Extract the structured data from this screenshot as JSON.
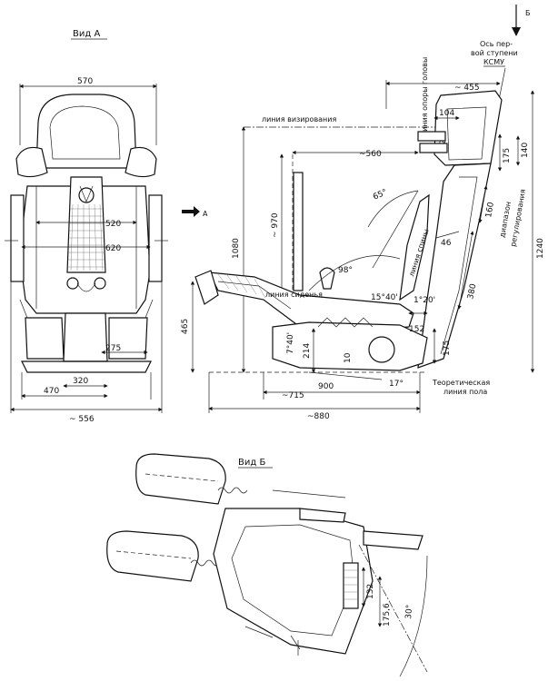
{
  "views": {
    "view_a": "Вид  А",
    "view_b": "Вид  Б",
    "arrow_a": "А",
    "arrow_b": "Б"
  },
  "front_view_dims": {
    "d570": "570",
    "d520": "520",
    "d620": "620",
    "d275": "275",
    "d320": "320",
    "d470": "470",
    "d556": "~ 556"
  },
  "side_view_labels": {
    "sight_line": "линия визирования",
    "head_rest_line": "линия опоры головы",
    "back_line": "линия спины",
    "seat_line": "линия сиденья",
    "adjust_range": "диапазон",
    "adjust_range2": "регулирования",
    "floor_line": "Теоретическая",
    "floor_line2": "линия пола",
    "axis_kcmy_1": "Ось пер-",
    "axis_kcmy_2": "вой ступени",
    "axis_kcmy_3": "КСМУ"
  },
  "side_view_dims": {
    "d455": "~ 455",
    "d104": "104",
    "d12deg": "12°",
    "d175a": "175",
    "d140": "140",
    "d560": "~560",
    "d65deg": "65°",
    "d160": "160",
    "d970": "~ 970",
    "d1080": "1080",
    "d1240": "1240",
    "d46": "46",
    "d98deg": "98°",
    "d380": "380",
    "d1540": "15°40'",
    "d1020": "1°20'",
    "d465": "465",
    "d740": "7°40'",
    "d152": "152",
    "d214": "214",
    "d175b": "175",
    "d10": "10",
    "d900": "900",
    "d17deg": "17°",
    "d715": "~715",
    "d880": "~880"
  },
  "view_b_dims": {
    "d132": "132",
    "d1756": "175,6",
    "d30deg": "30°"
  }
}
